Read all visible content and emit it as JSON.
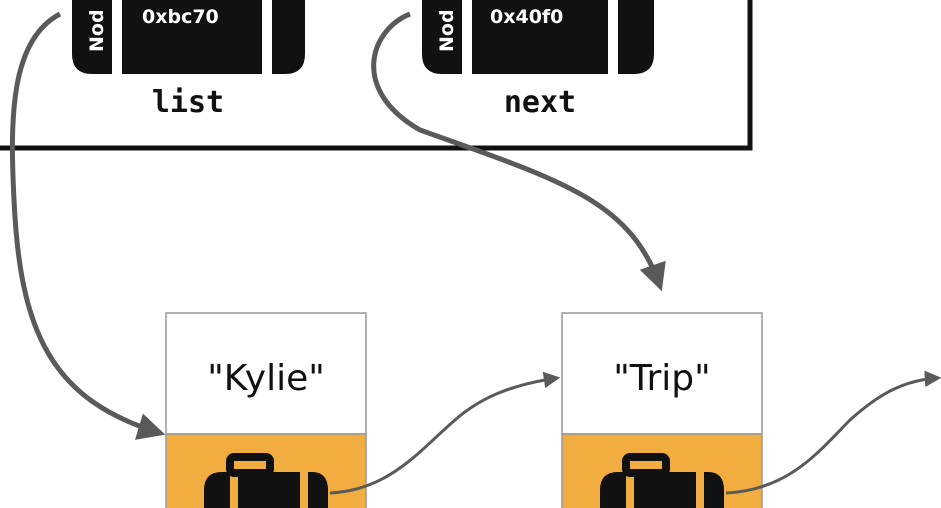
{
  "variables": [
    {
      "name": "list",
      "address": "0xbc70",
      "type_tag": "Nod"
    },
    {
      "name": "next",
      "address": "0x40f0",
      "type_tag": "Nod"
    }
  ],
  "nodes": [
    {
      "value": "\"Kylie\""
    },
    {
      "value": "\"Trip\""
    }
  ],
  "colors": {
    "case": "#111111",
    "node_pointer_cell": "#f1ad40",
    "arrow": "#5a5a5a",
    "frame": "#111111"
  }
}
